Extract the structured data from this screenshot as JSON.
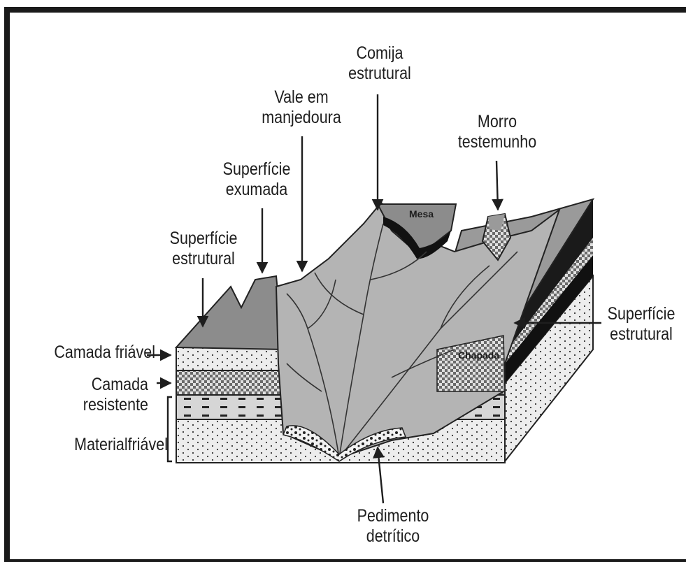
{
  "labels": {
    "cornija": [
      "Comija",
      "estrutural"
    ],
    "vale": [
      "Vale em",
      "manjedoura"
    ],
    "morro": [
      "Morro",
      "testemunho"
    ],
    "sup_exumada": [
      "Superfície",
      "exumada"
    ],
    "sup_estrutural_left": [
      "Superfície",
      "estrutural"
    ],
    "sup_estrutural_right": [
      "Superfície",
      "estrutural"
    ],
    "camada_friavel": "Camada friável",
    "camada_resistente": [
      "Camada",
      "resistente"
    ],
    "material_friavel": "Materialfriável",
    "pedimento": [
      "Pedimento",
      "detrítico"
    ],
    "mesa": "Mesa",
    "chapada": "Chapada"
  },
  "colors": {
    "frame": "#1a1a1a",
    "ink": "#1e1e1e",
    "surface_dark": "#8c8c8c",
    "valley": "#b4b4b4",
    "sediment": "#e6e6e6",
    "resistant": "#5a5a5a",
    "background": "#ffffff"
  }
}
